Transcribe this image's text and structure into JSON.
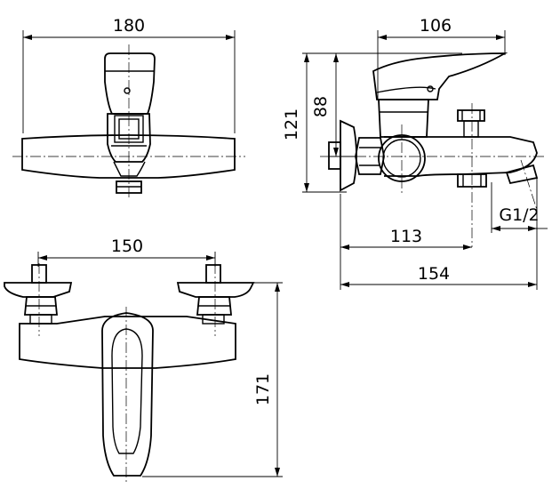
{
  "drawing": {
    "top_view": {
      "width_dim": "180"
    },
    "side_view": {
      "lever_dim": "106",
      "height_upper_dim": "88",
      "height_total_dim": "121",
      "outlet_dim": "113",
      "depth_dim": "154",
      "thread_label": "G1/2"
    },
    "front_view": {
      "spacing_dim": "150",
      "height_dim": "171"
    }
  }
}
